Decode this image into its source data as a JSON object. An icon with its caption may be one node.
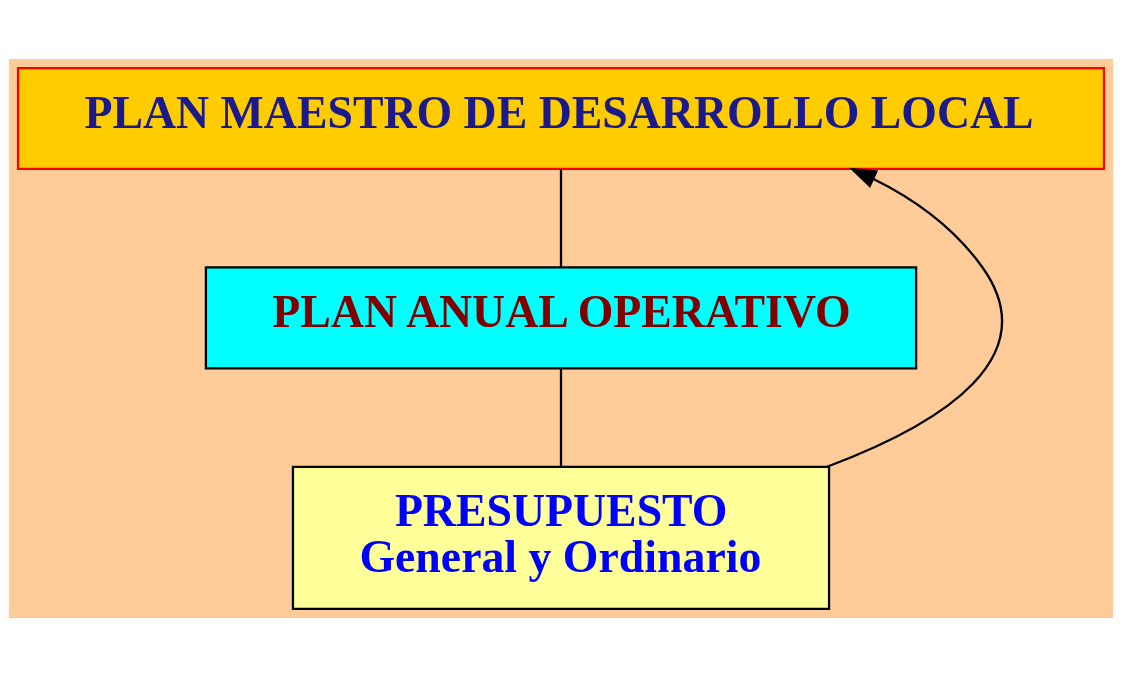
{
  "diagram": {
    "nodes": [
      {
        "text": [
          "PLAN MAESTRO DE DESARROLLO LOCAL"
        ]
      },
      {
        "text": [
          "PLAN ANUAL OPERATIVO"
        ]
      },
      {
        "text": [
          "PRESUPUESTO",
          "General y Ordinario"
        ]
      }
    ],
    "edges": [
      {
        "from": 0,
        "to": 1,
        "arrow": "none"
      },
      {
        "from": 1,
        "to": 2,
        "arrow": "none"
      },
      {
        "from": 2,
        "to": 0,
        "arrow": "to"
      }
    ]
  }
}
